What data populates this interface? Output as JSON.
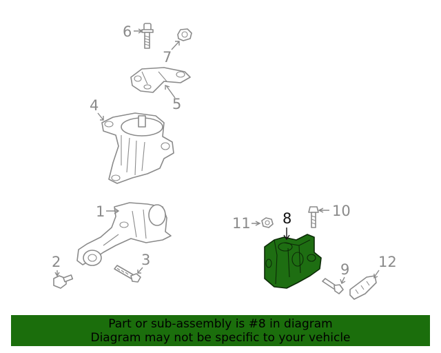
{
  "callouts": [
    "1",
    "2",
    "3",
    "4",
    "5",
    "6",
    "7",
    "8",
    "9",
    "10",
    "11",
    "12"
  ],
  "highlighted_part": "8",
  "banner": {
    "line1": "Part or sub-assembly is #8 in diagram",
    "line2": "Diagram may not be specific to your vehicle"
  },
  "colors": {
    "highlight": "#1e6e12",
    "banner": "#1b6e0c",
    "outline": "#8a8a8a"
  }
}
